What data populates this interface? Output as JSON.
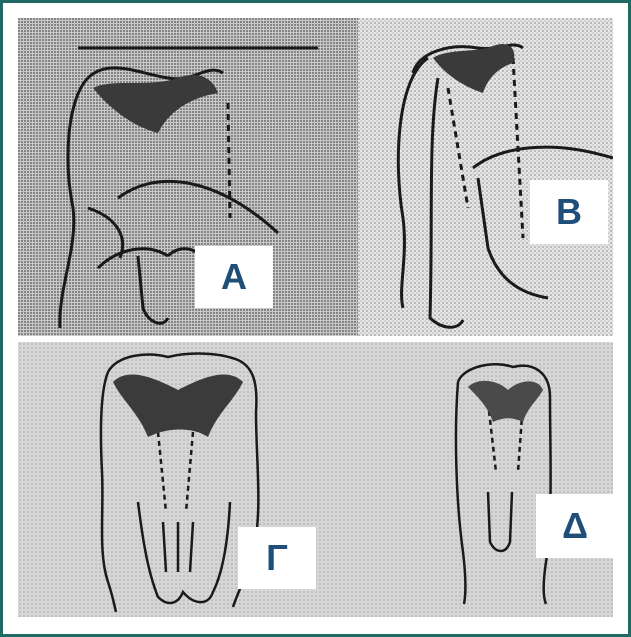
{
  "labels": {
    "a": "A",
    "b": "B",
    "g": "Γ",
    "d": "Δ"
  }
}
